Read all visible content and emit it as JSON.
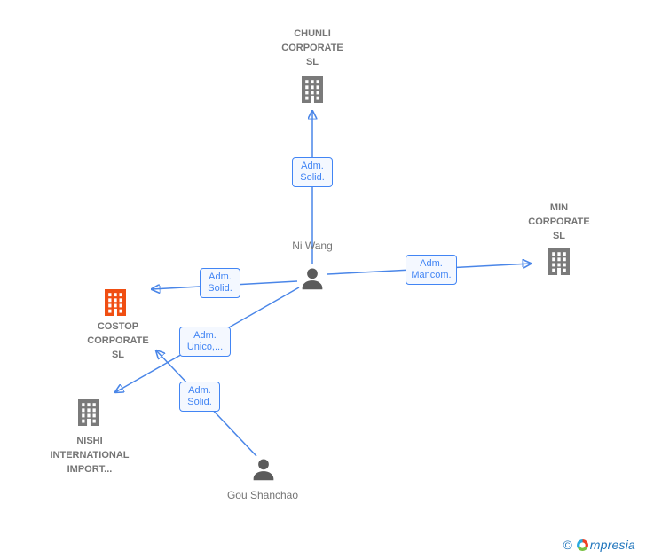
{
  "diagram": {
    "nodes": {
      "chunli": {
        "label": "CHUNLI CORPORATE SL",
        "type": "company"
      },
      "min": {
        "label": "MIN CORPORATE SL",
        "type": "company"
      },
      "costop": {
        "label": "COSTOP CORPORATE SL",
        "type": "company-highlighted"
      },
      "nishi": {
        "label": "NISHI INTERNATIONAL IMPORT...",
        "type": "company"
      },
      "ni_wang": {
        "label": "Ni Wang",
        "type": "person"
      },
      "gou_shanchao": {
        "label": "Gou Shanchao",
        "type": "person"
      }
    },
    "edges": [
      {
        "from": "Ni Wang",
        "to": "CHUNLI CORPORATE SL",
        "label": "Adm. Solid."
      },
      {
        "from": "Ni Wang",
        "to": "MIN CORPORATE SL",
        "label": "Adm. Mancom."
      },
      {
        "from": "Ni Wang",
        "to": "COSTOP CORPORATE SL",
        "label": "Adm. Solid."
      },
      {
        "from": "Ni Wang",
        "to": "NISHI INTERNATIONAL IMPORT...",
        "label": "Adm. Unico,..."
      },
      {
        "from": "Gou Shanchao",
        "to": "COSTOP CORPORATE SL",
        "label": "Adm. Solid."
      }
    ],
    "colors": {
      "edge": "#4a86e8",
      "edge_label_text": "#4285f4",
      "company_text": "#757575",
      "building_gray": "#7a7a7a",
      "building_highlight": "#f04e12",
      "person_gray": "#5b5b5b"
    }
  },
  "footer": {
    "copyright_symbol": "©",
    "brand_text": "mpresia"
  }
}
